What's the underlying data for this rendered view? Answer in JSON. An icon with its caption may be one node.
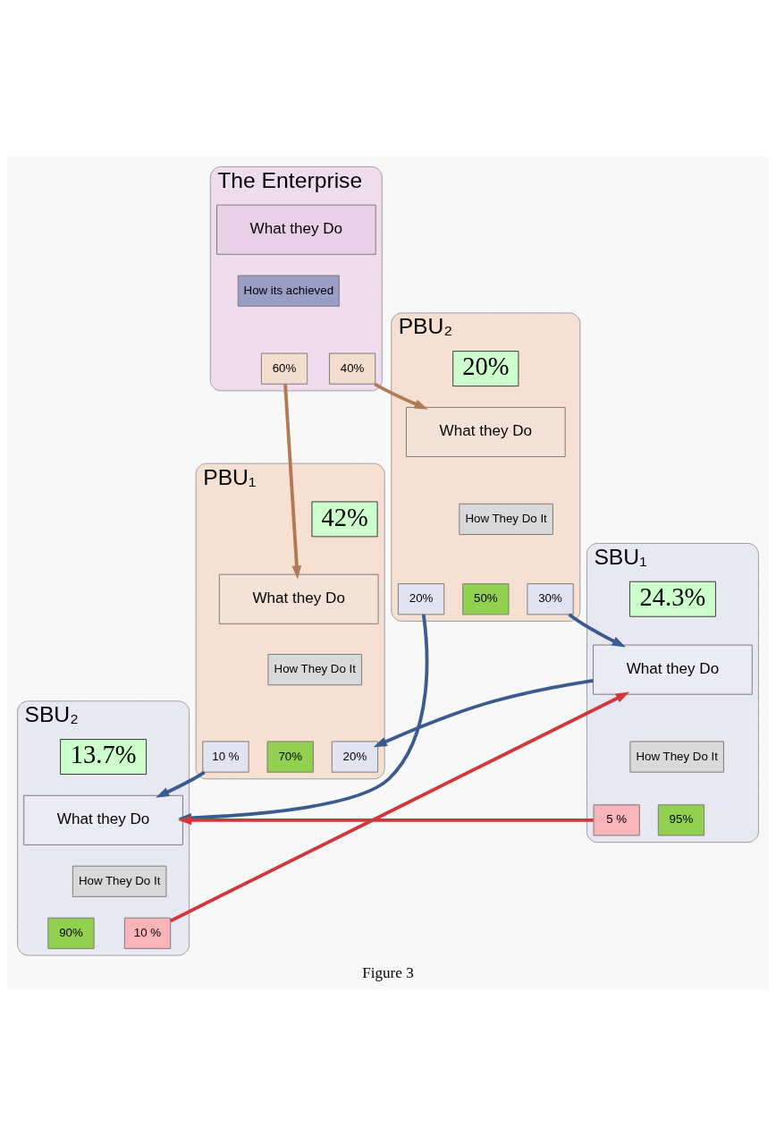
{
  "diagram": {
    "caption": "Figure 3",
    "nodes": [
      {
        "text": [
          "The Enterprise"
        ]
      },
      {
        "text": [
          "What they Do"
        ],
        "in": 0
      },
      {
        "text": [
          "How its achieved"
        ],
        "in": 0
      },
      {
        "text": [
          "60%"
        ],
        "in": 0
      },
      {
        "text": [
          "40%"
        ],
        "in": 0
      },
      {
        "text": [
          "PBU₁"
        ]
      },
      {
        "text": [
          "42%"
        ],
        "in": 5
      },
      {
        "text": [
          "What they Do"
        ],
        "in": 5
      },
      {
        "text": [
          "How They Do It"
        ],
        "in": 5
      },
      {
        "text": [
          "20%"
        ],
        "in": 5
      },
      {
        "text": [
          "70%"
        ],
        "in": 5
      },
      {
        "text": [
          "10 %"
        ],
        "in": 5
      },
      {
        "text": [
          "PBU₂"
        ]
      },
      {
        "text": [
          "20%"
        ],
        "in": 12
      },
      {
        "text": [
          "What they Do"
        ],
        "in": 12
      },
      {
        "text": [
          "How They Do It"
        ],
        "in": 12
      },
      {
        "text": [
          "30%"
        ],
        "in": 12
      },
      {
        "text": [
          "50%"
        ],
        "in": 12
      },
      {
        "text": [
          "20%"
        ],
        "in": 12
      },
      {
        "text": [
          "SBU₁"
        ]
      },
      {
        "text": [
          "24.3%"
        ],
        "in": 19
      },
      {
        "text": [
          "What they Do"
        ],
        "in": 19
      },
      {
        "text": [
          "How They Do It"
        ],
        "in": 19
      },
      {
        "text": [
          "95%"
        ],
        "in": 19
      },
      {
        "text": [
          "5 %"
        ],
        "in": 19
      },
      {
        "text": [
          "SBU₂"
        ]
      },
      {
        "text": [
          "13.7%"
        ],
        "in": 25
      },
      {
        "text": [
          "What they Do"
        ],
        "in": 25
      },
      {
        "text": [
          "How They Do It"
        ],
        "in": 25
      },
      {
        "text": [
          "10 %"
        ],
        "in": 25
      },
      {
        "text": [
          "90%"
        ],
        "in": 25
      }
    ],
    "edges": [
      {
        "from": 3,
        "to": 7,
        "arrow": "to",
        "color": "#b07a55"
      },
      {
        "from": 4,
        "to": 14,
        "arrow": "to",
        "color": "#b07a55"
      },
      {
        "from": 21,
        "to": 9,
        "arrow": "to"
      },
      {
        "from": 16,
        "to": 21,
        "arrow": "to"
      },
      {
        "from": 11,
        "to": 27,
        "arrow": "to"
      },
      {
        "from": 18,
        "to": 27,
        "arrow": "to"
      },
      {
        "from": 24,
        "to": 27,
        "arrow": "to",
        "color": "#d0383c"
      },
      {
        "from": 29,
        "to": 21,
        "arrow": "to",
        "color": "#d0383c"
      }
    ]
  }
}
